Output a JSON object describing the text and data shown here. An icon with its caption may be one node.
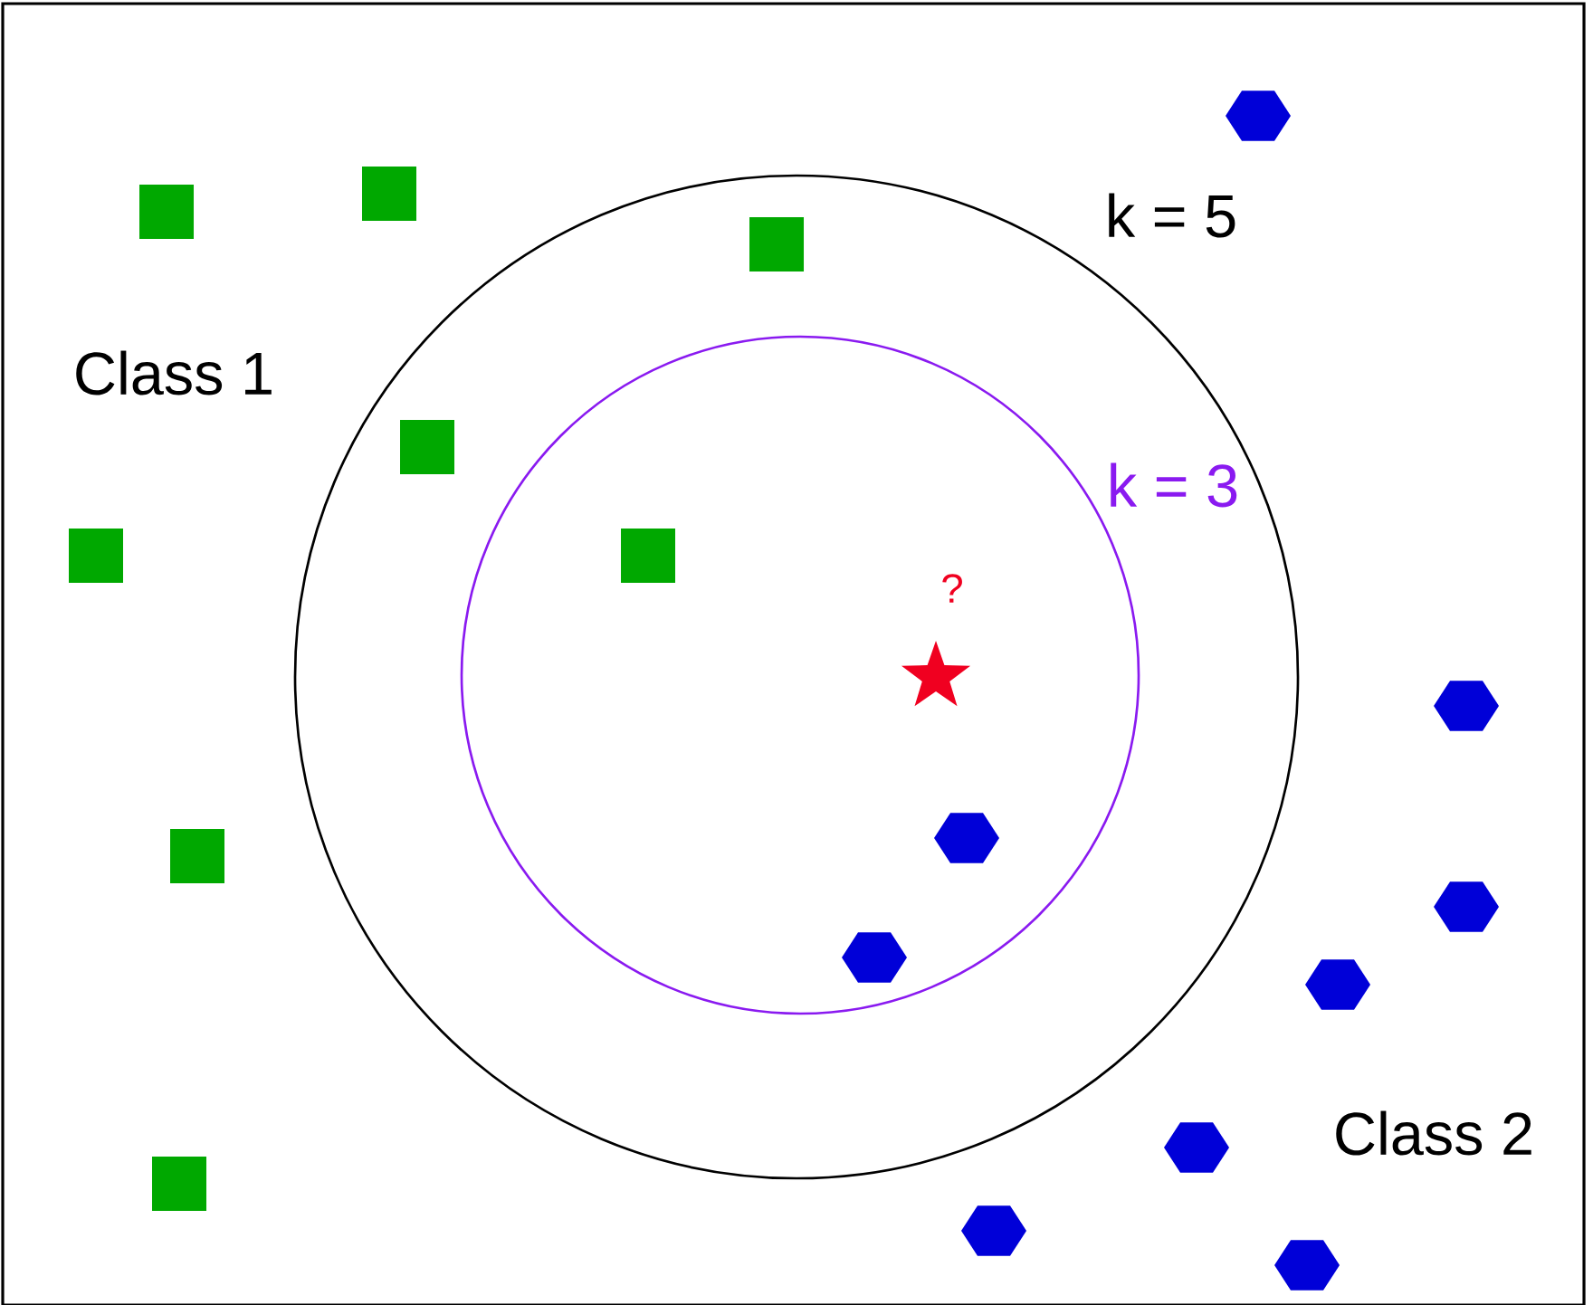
{
  "diagram": {
    "labels": [
      "k = 5",
      "Class 1",
      "k = 3",
      "?",
      "Class 2"
    ]
  }
}
